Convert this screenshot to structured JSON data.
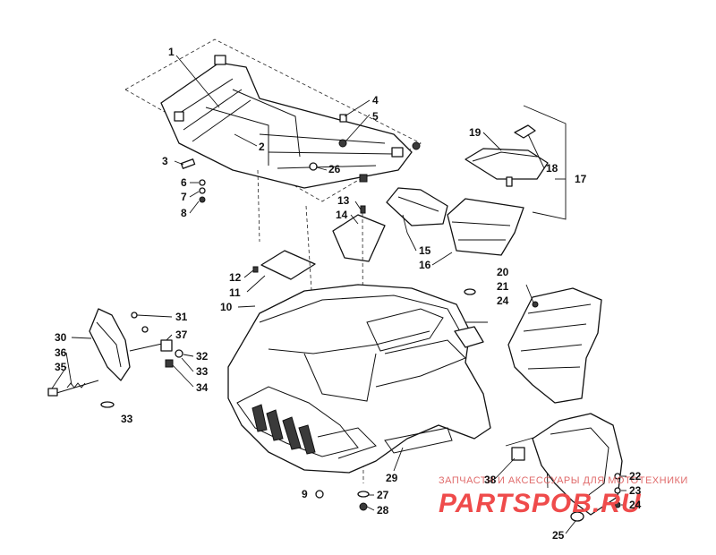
{
  "labels": [
    {
      "id": "1",
      "text": "1"
    },
    {
      "id": "2",
      "text": "2"
    },
    {
      "id": "3",
      "text": "3"
    },
    {
      "id": "4",
      "text": "4"
    },
    {
      "id": "5",
      "text": "5"
    },
    {
      "id": "6",
      "text": "6"
    },
    {
      "id": "7",
      "text": "7"
    },
    {
      "id": "8",
      "text": "8"
    },
    {
      "id": "9",
      "text": "9"
    },
    {
      "id": "10",
      "text": "10"
    },
    {
      "id": "11",
      "text": "11"
    },
    {
      "id": "12",
      "text": "12"
    },
    {
      "id": "13",
      "text": "13"
    },
    {
      "id": "14",
      "text": "14"
    },
    {
      "id": "15",
      "text": "15"
    },
    {
      "id": "16",
      "text": "16"
    },
    {
      "id": "17",
      "text": "17"
    },
    {
      "id": "18",
      "text": "18"
    },
    {
      "id": "19",
      "text": "19"
    },
    {
      "id": "20",
      "text": "20"
    },
    {
      "id": "21",
      "text": "21"
    },
    {
      "id": "22",
      "text": "22"
    },
    {
      "id": "23",
      "text": "23"
    },
    {
      "id": "24a",
      "text": "24"
    },
    {
      "id": "24b",
      "text": "24"
    },
    {
      "id": "25",
      "text": "25"
    },
    {
      "id": "26",
      "text": "26"
    },
    {
      "id": "27",
      "text": "27"
    },
    {
      "id": "28",
      "text": "28"
    },
    {
      "id": "29",
      "text": "29"
    },
    {
      "id": "30",
      "text": "30"
    },
    {
      "id": "31",
      "text": "31"
    },
    {
      "id": "32",
      "text": "32"
    },
    {
      "id": "33a",
      "text": "33"
    },
    {
      "id": "33b",
      "text": "33"
    },
    {
      "id": "34",
      "text": "34"
    },
    {
      "id": "35",
      "text": "35"
    },
    {
      "id": "36",
      "text": "36"
    },
    {
      "id": "37",
      "text": "37"
    },
    {
      "id": "38",
      "text": "38"
    }
  ],
  "watermark": {
    "caption": "ЗАПЧАСТИ И АКСЕССУАРЫ ДЛЯ МОТОТЕХНИКИ",
    "brand": "PARTSPOB.RU",
    "color": "#ef4b4b"
  },
  "colors": {
    "line": "#111111",
    "background": "#ffffff"
  }
}
